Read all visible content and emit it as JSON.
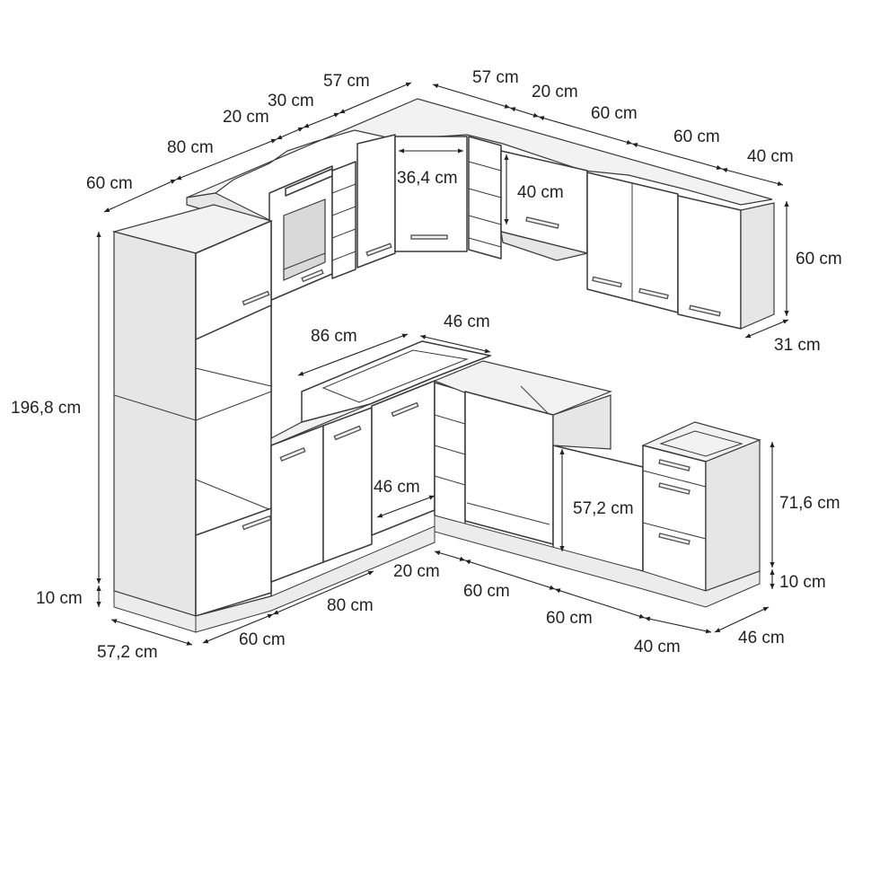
{
  "diagram": {
    "upper_dimensions": {
      "w60": "60 cm",
      "w80": "80 cm",
      "w20a": "20 cm",
      "w30": "30 cm",
      "w57a": "57 cm",
      "w57b": "57 cm",
      "w20b": "20 cm",
      "w60b": "60 cm",
      "w60c": "60 cm",
      "w40": "40 cm",
      "h60": "60 cm",
      "d31": "31 cm",
      "corner_door": "36,4 cm",
      "flap_height": "40 cm"
    },
    "tall_dimensions": {
      "height": "196,8 cm",
      "plinth": "10 cm",
      "depth": "57,2 cm"
    },
    "base_dimensions": {
      "w60": "60 cm",
      "w80": "80 cm",
      "w86": "86 cm",
      "w46": "46 cm",
      "inner_depth": "46 cm",
      "w20": "20 cm",
      "w60b": "60 cm",
      "w60c": "60 cm",
      "w40": "40 cm",
      "d46": "46 cm",
      "dishwasher_h": "57,2 cm",
      "height": "71,6 cm",
      "plinth": "10 cm"
    }
  }
}
